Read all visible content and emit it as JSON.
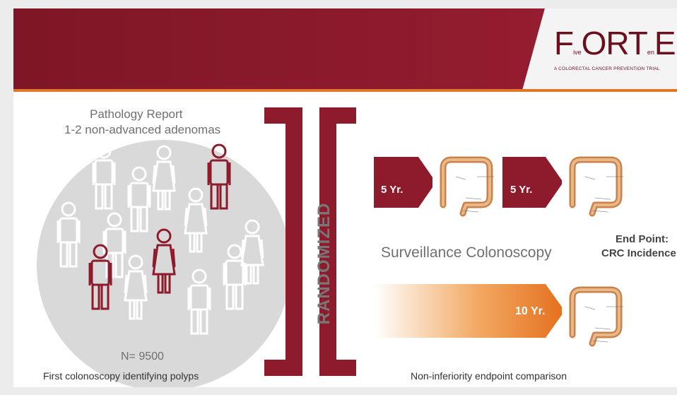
{
  "logo": {
    "main_letters": [
      "F",
      "ORT",
      "E"
    ],
    "small_letters": [
      "ive",
      "en"
    ],
    "tagline": "A COLORECTAL CANCER PREVENTION TRIAL"
  },
  "left": {
    "heading_line1": "Pathology Report",
    "heading_line2": "1-2 non-advanced adenomas",
    "n_label": "N= 9500",
    "caption": "First colonoscopy identifying polyps"
  },
  "randomized_label": "RANDOMIZED",
  "arm1": {
    "first_interval": "5 Yr.",
    "second_interval": "5 Yr.",
    "label": "Surveillance Colonoscopy"
  },
  "arm2": {
    "interval": "10 Yr."
  },
  "endpoint": {
    "line1": "End Point:",
    "line2": "CRC Incidence"
  },
  "footer_caption": "Non-inferiority endpoint comparison",
  "colors": {
    "maroon": "#8e1b2c",
    "banner_dark": "#7a1424",
    "orange": "#e0762a",
    "person_gray": "#ffffff",
    "person_red": "#8e1b2c"
  }
}
